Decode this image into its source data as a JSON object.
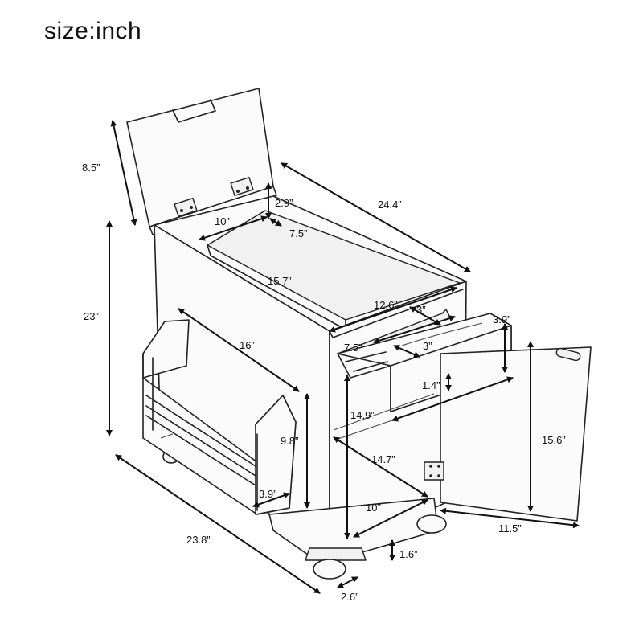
{
  "title": "size:inch",
  "dimensions": {
    "lid_height": "8.5”",
    "total_depth": "24.4”",
    "hinge_inset": "2.9”",
    "lid_opening_width": "10”",
    "lid_opening_margin": "7.5”",
    "total_height": "23”",
    "tray_depth": "15.7”",
    "top_width": "12.6”",
    "drawer_divider_top": "3”",
    "drawer_divider_side": "3”",
    "drawer_height": "3.9”",
    "drawer_depth": "7.5”",
    "rack_length": "16”",
    "knob_offset": "1.4”",
    "inner_height": "14.9”",
    "door_height": "15.6”",
    "rack_height": "9.8”",
    "inner_depth": "14.7”",
    "rack_width": "3.9”",
    "bottom_depth": "10”",
    "door_width": "11.5”",
    "overall_width": "23.8”",
    "base_height": "1.6”",
    "foot_width": "2.6”"
  }
}
